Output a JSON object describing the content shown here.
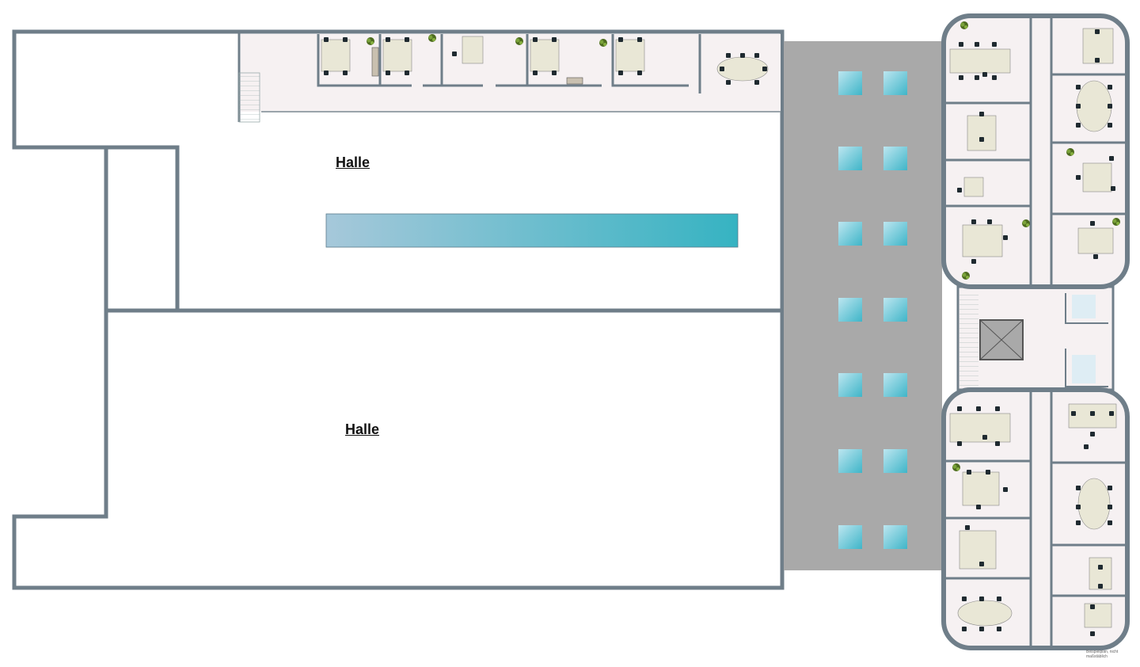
{
  "labels": {
    "hall_upper": "Halle",
    "hall_lower": "Halle"
  },
  "footnote": "Beispielplan, nicht maßstäblich",
  "colors": {
    "wall": "#6f7e89",
    "floor": "#ffffff",
    "office_floor": "#f6f1f2",
    "parking": "#a9a9a9",
    "skylight_top": "#b8e3ef",
    "skylight_bottom": "#3fb5c8",
    "crane_start": "#a6c8da",
    "crane_end": "#36b3c2",
    "desk": "#e9e7d6",
    "chair": "#1f2a30",
    "plant": "#4d6b1f"
  }
}
